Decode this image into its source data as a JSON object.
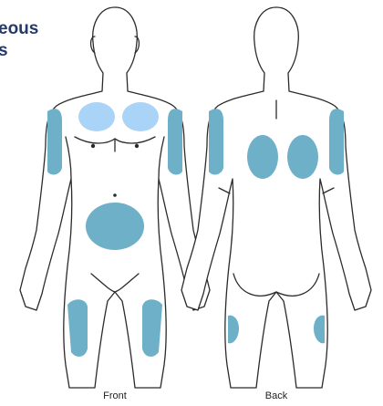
{
  "title": {
    "line1": "eous",
    "line2": "s"
  },
  "views": {
    "front_label": "Front",
    "back_label": "Back"
  },
  "colors": {
    "site_fill": "#6fb0c9",
    "site_fill_light": "#a9d3f7",
    "title_color": "#243a6a",
    "outline": "#2b2b2b"
  },
  "injection_sites": {
    "front": [
      "upper-chest-left",
      "upper-chest-right",
      "upper-arm-left",
      "upper-arm-right",
      "abdomen",
      "thigh-left",
      "thigh-right"
    ],
    "back": [
      "upper-arm-left",
      "upper-arm-right",
      "upper-back-left",
      "upper-back-right",
      "thigh-left",
      "thigh-right"
    ]
  }
}
